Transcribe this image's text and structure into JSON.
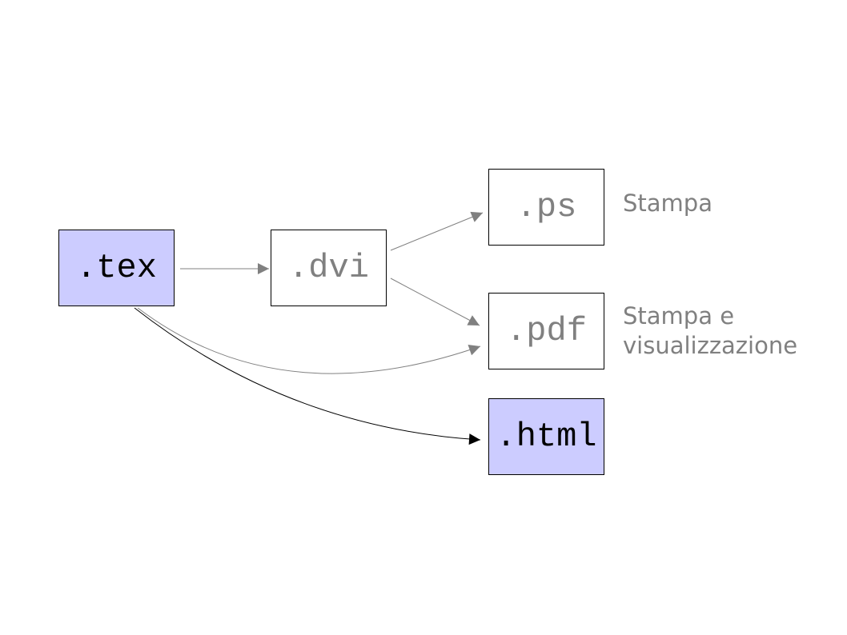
{
  "nodes": {
    "tex": {
      "label": ".tex"
    },
    "dvi": {
      "label": ".dvi"
    },
    "ps": {
      "label": ".ps"
    },
    "pdf": {
      "label": ".pdf"
    },
    "html": {
      "label": ".html"
    }
  },
  "annotations": {
    "ps": {
      "text": "Stampa"
    },
    "pdf": {
      "line1": "Stampa e",
      "line2": "visualizzazione"
    }
  },
  "colors": {
    "source_fill": "#ccccff",
    "dim_text": "#808080",
    "dark_text": "#000000",
    "gray_arrow": "#808080",
    "black_arrow": "#000000"
  }
}
